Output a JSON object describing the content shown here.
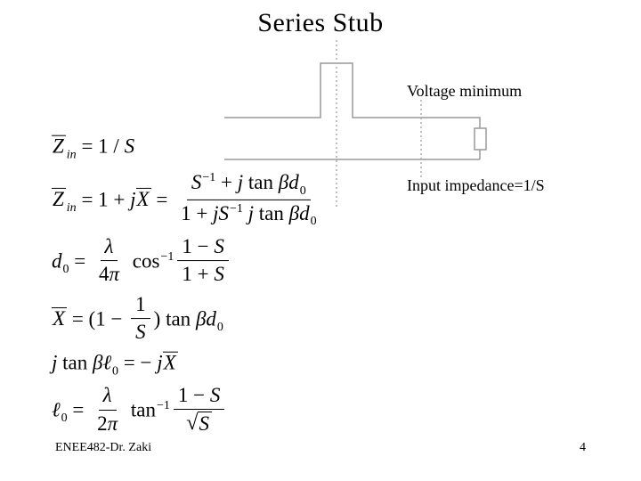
{
  "slide": {
    "title": "Series Stub",
    "footer_left": "ENEE482-Dr. Zaki",
    "page_number": "4"
  },
  "diagram": {
    "labels": {
      "voltage_min": "Voltage minimum",
      "input_impedance": "Input impedance=1/S"
    },
    "line_color": "#999999",
    "dash_color": "#b0b0b0",
    "text_color": "#000000"
  },
  "equations": [
    {
      "meaning": "Zin = 1/S",
      "tokens": [
        {
          "t": "o",
          "in": [
            {
              "t": "i",
              "s": "Z"
            }
          ]
        },
        {
          "t": "b",
          "s": "in",
          "st": "i"
        },
        {
          "t": "r",
          "s": " = 1 / "
        },
        {
          "t": "i",
          "s": "S"
        }
      ]
    },
    {
      "meaning": "Zin = 1 + jX = (S^-1 + j tan bd0)/(1 + jS^-1 j tan bd0)",
      "tokens": [
        {
          "t": "o",
          "in": [
            {
              "t": "i",
              "s": "Z"
            }
          ]
        },
        {
          "t": "b",
          "s": "in",
          "st": "i"
        },
        {
          "t": "r",
          "s": " = 1 + "
        },
        {
          "t": "i",
          "s": "j"
        },
        {
          "t": "o",
          "in": [
            {
              "t": "i",
              "s": "X"
            }
          ]
        },
        {
          "t": "r",
          "s": " = "
        },
        {
          "t": "f",
          "n": [
            {
              "t": "i",
              "s": "S"
            },
            {
              "t": "p",
              "s": "−1"
            },
            {
              "t": "r",
              "s": " + "
            },
            {
              "t": "i",
              "s": "j"
            },
            {
              "t": "r",
              "s": " tan "
            },
            {
              "t": "i",
              "s": "βd"
            },
            {
              "t": "b",
              "s": "0"
            }
          ],
          "d": [
            {
              "t": "r",
              "s": "1 + "
            },
            {
              "t": "i",
              "s": "jS"
            },
            {
              "t": "p",
              "s": "−1"
            },
            {
              "t": "i",
              "s": " j"
            },
            {
              "t": "r",
              "s": " tan "
            },
            {
              "t": "i",
              "s": "βd"
            },
            {
              "t": "b",
              "s": "0"
            }
          ]
        }
      ]
    },
    {
      "meaning": "d0 = (lambda/4pi) cos^-1 (1-S)/(1+S)",
      "tokens": [
        {
          "t": "i",
          "s": "d"
        },
        {
          "t": "b",
          "s": "0"
        },
        {
          "t": "r",
          "s": " = "
        },
        {
          "t": "f",
          "n": [
            {
              "t": "i",
              "s": "λ"
            }
          ],
          "d": [
            {
              "t": "r",
              "s": "4"
            },
            {
              "t": "i",
              "s": "π"
            }
          ]
        },
        {
          "t": "r",
          "s": " cos"
        },
        {
          "t": "p",
          "s": "−1"
        },
        {
          "t": "f",
          "n": [
            {
              "t": "r",
              "s": "1 − "
            },
            {
              "t": "i",
              "s": "S"
            }
          ],
          "d": [
            {
              "t": "r",
              "s": "1 + "
            },
            {
              "t": "i",
              "s": "S"
            }
          ]
        }
      ]
    },
    {
      "meaning": "X = (1 - 1/S) tan bd0",
      "tokens": [
        {
          "t": "o",
          "in": [
            {
              "t": "i",
              "s": "X"
            }
          ]
        },
        {
          "t": "r",
          "s": " = (1 − "
        },
        {
          "t": "f",
          "n": [
            {
              "t": "r",
              "s": "1"
            }
          ],
          "d": [
            {
              "t": "i",
              "s": "S"
            }
          ]
        },
        {
          "t": "r",
          "s": ") tan "
        },
        {
          "t": "i",
          "s": "βd"
        },
        {
          "t": "b",
          "s": "0"
        }
      ]
    },
    {
      "meaning": "j tan b l0 = -jX",
      "tokens": [
        {
          "t": "i",
          "s": "j"
        },
        {
          "t": "r",
          "s": " tan "
        },
        {
          "t": "i",
          "s": "βℓ"
        },
        {
          "t": "b",
          "s": "0"
        },
        {
          "t": "r",
          "s": " = − "
        },
        {
          "t": "i",
          "s": "j"
        },
        {
          "t": "o",
          "in": [
            {
              "t": "i",
              "s": "X"
            }
          ]
        }
      ]
    },
    {
      "meaning": "l0 = (lambda/2pi) tan^-1 (1-S)/sqrt(S)",
      "tokens": [
        {
          "t": "i",
          "s": "ℓ"
        },
        {
          "t": "b",
          "s": "0"
        },
        {
          "t": "r",
          "s": " = "
        },
        {
          "t": "f",
          "n": [
            {
              "t": "i",
              "s": "λ"
            }
          ],
          "d": [
            {
              "t": "r",
              "s": "2"
            },
            {
              "t": "i",
              "s": "π"
            }
          ]
        },
        {
          "t": "r",
          "s": " tan"
        },
        {
          "t": "p",
          "s": "−1"
        },
        {
          "t": "f",
          "n": [
            {
              "t": "r",
              "s": "1 − "
            },
            {
              "t": "i",
              "s": "S"
            }
          ],
          "d": [
            {
              "t": "q",
              "in": [
                {
                  "t": "i",
                  "s": "S"
                }
              ]
            }
          ]
        }
      ]
    }
  ]
}
